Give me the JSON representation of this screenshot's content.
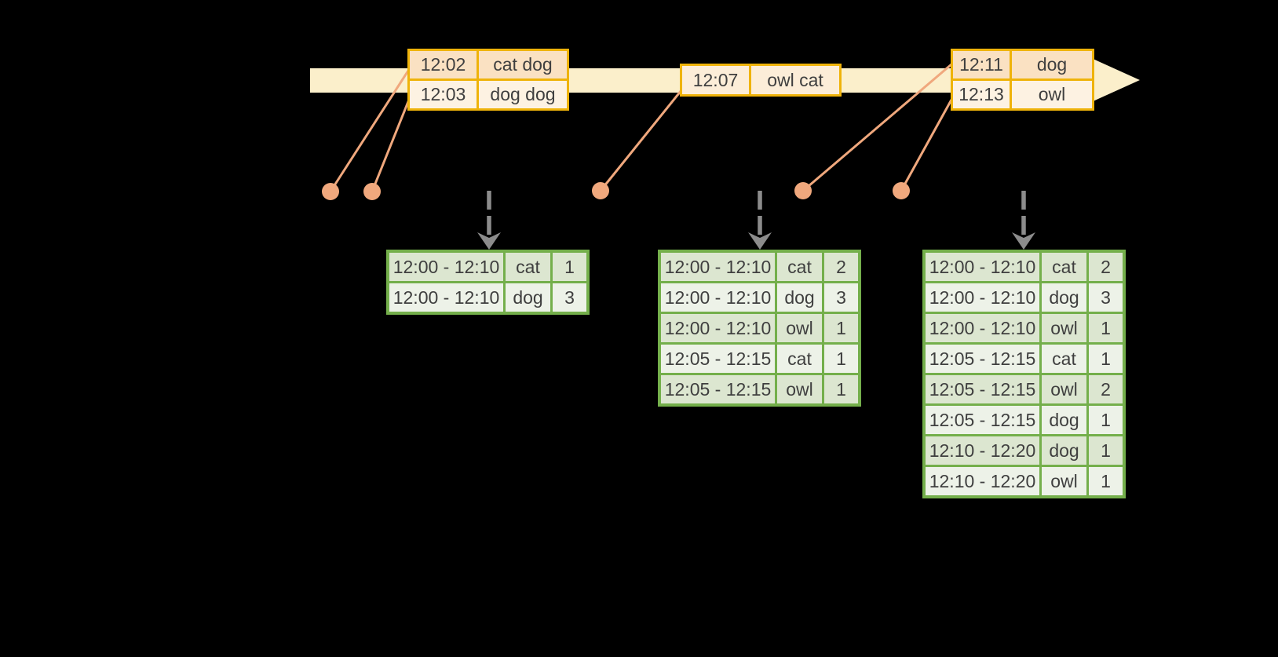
{
  "colors": {
    "background": "#000000",
    "timeline_fill": "#FBEFCB",
    "input_table_border": "#EFB30A",
    "input_row_dark": "#FAE1C2",
    "input_row_light": "#FDF2E2",
    "connector_and_dots": "#F0A87D",
    "trigger_arrow_gray": "#8C8C8C",
    "result_table_border": "#74AF4B",
    "result_row_dark": "#DCE6D0",
    "result_row_light": "#EDF2E8",
    "text": "#3F3F3F"
  },
  "input_batches": [
    {
      "rows": [
        {
          "time": "12:02",
          "words": "cat dog"
        },
        {
          "time": "12:03",
          "words": "dog dog"
        }
      ]
    },
    {
      "rows": [
        {
          "time": "12:07",
          "words": "owl cat"
        }
      ]
    },
    {
      "rows": [
        {
          "time": "12:11",
          "words": "dog"
        },
        {
          "time": "12:13",
          "words": "owl"
        }
      ]
    }
  ],
  "result_tables": [
    {
      "rows": [
        {
          "window": "12:00 - 12:10",
          "word": "cat",
          "count": "1"
        },
        {
          "window": "12:00 - 12:10",
          "word": "dog",
          "count": "3"
        }
      ]
    },
    {
      "rows": [
        {
          "window": "12:00 - 12:10",
          "word": "cat",
          "count": "2"
        },
        {
          "window": "12:00 - 12:10",
          "word": "dog",
          "count": "3"
        },
        {
          "window": "12:00 - 12:10",
          "word": "owl",
          "count": "1"
        },
        {
          "window": "12:05 - 12:15",
          "word": "cat",
          "count": "1"
        },
        {
          "window": "12:05 - 12:15",
          "word": "owl",
          "count": "1"
        }
      ]
    },
    {
      "rows": [
        {
          "window": "12:00 - 12:10",
          "word": "cat",
          "count": "2"
        },
        {
          "window": "12:00 - 12:10",
          "word": "dog",
          "count": "3"
        },
        {
          "window": "12:00 - 12:10",
          "word": "owl",
          "count": "1"
        },
        {
          "window": "12:05 - 12:15",
          "word": "cat",
          "count": "1"
        },
        {
          "window": "12:05 - 12:15",
          "word": "owl",
          "count": "2"
        },
        {
          "window": "12:05 - 12:15",
          "word": "dog",
          "count": "1"
        },
        {
          "window": "12:10 - 12:20",
          "word": "dog",
          "count": "1"
        },
        {
          "window": "12:10 - 12:20",
          "word": "owl",
          "count": "1"
        }
      ]
    }
  ]
}
